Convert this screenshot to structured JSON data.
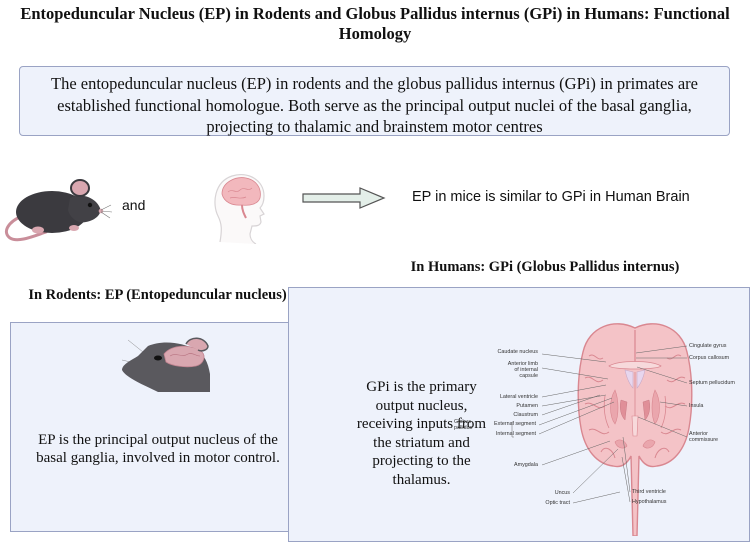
{
  "title": "Entopeduncular Nucleus (EP) in Rodents and Globus Pallidus internus (GPi) in Humans: Functional Homology",
  "intro": "The entopeduncular nucleus (EP) in rodents and the globus pallidus internus (GPi) in primates are established functional homologue. Both serve as the principal output nuclei of the basal ganglia, projecting to thalamic and brainstem motor centres",
  "and_label": "and",
  "comparison_text": "EP in mice is similar to GPi in Human Brain",
  "humans_heading": "In Humans: GPi (Globus Pallidus internus)",
  "rodents_heading": "In Rodents: EP (Entopeduncular nucleus)",
  "rodent_description": "EP  is the principal output nucleus of the basal ganglia, involved in motor control.",
  "human_description": "GPi  is the primary output nucleus, receiving inputs from the striatum and projecting to the thalamus.",
  "brain_labels": {
    "caudate_nucleus": "Caudate nucleus",
    "anterior_limb": "Anterior limb",
    "of_internal": "of internal",
    "capsule": "capsule",
    "lateral_ventricle": "Lateral ventricle",
    "putamen": "Putamen",
    "claustrum": "Claustrum",
    "globus": "Globus",
    "pallidus": "pallidus",
    "external_segment": "External segment",
    "internal_segment": "Internal segment",
    "amygdala": "Amygdala",
    "uncus": "Uncus",
    "optic_tract": "Optic tract",
    "cingulate_gyrus": "Cingulate gyrus",
    "corpus_callosum": "Corpus callosum",
    "septum_pellucidum": "Septum pellucidum",
    "insula": "Insula",
    "anterior": "Anterior",
    "commissure": "commissure",
    "third_ventricle": "Third ventricle",
    "hypothalamus": "Hypothalamus"
  },
  "colors": {
    "box_border": "#9aa3c4",
    "box_fill": "#eef2fb",
    "brain_pink": "#f2b8bd",
    "brain_dark": "#d98790",
    "arrow_fill": "#e4efe9"
  },
  "icons": [
    "mouse-icon",
    "human-head-brain-icon",
    "right-arrow-icon",
    "mouse-head-brain-icon",
    "brain-coronal-section-icon"
  ]
}
